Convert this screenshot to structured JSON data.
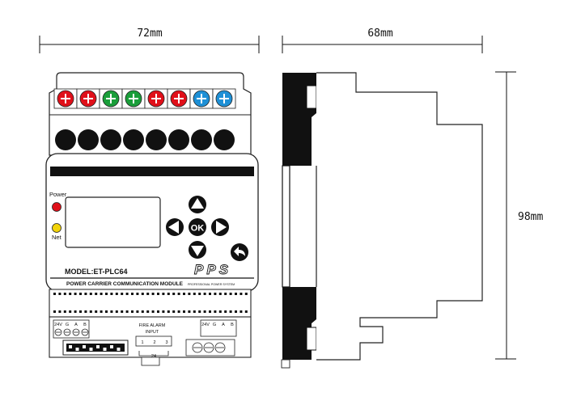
{
  "dimensions": {
    "width_front": "72mm",
    "width_side": "68mm",
    "height": "98mm"
  },
  "front_panel": {
    "power_label": "Power",
    "net_label": "Net",
    "ok_label": "OK",
    "model_label": "MODEL:ET-PLC64",
    "module_label": "POWER CARRIER COMMUNICATION MODULE",
    "brand_logo": "PPS",
    "brand_tagline": "PROFESSIONAL POWER SYSTEM",
    "led_power_color": "#e0101a",
    "led_net_color": "#f2d40a"
  },
  "top_terminals": {
    "colors": [
      "#e0101a",
      "#e0101a",
      "#1a9e3a",
      "#1a9e3a",
      "#e0101a",
      "#e0101a",
      "#1e90d6",
      "#1e90d6"
    ]
  },
  "bottom_terminals": {
    "left_labels": [
      "24V",
      "G",
      "A",
      "B"
    ],
    "fire_alarm_title": "FIRE ALARM",
    "fire_alarm_subtitle": "INPUT",
    "fire_alarm_numbers": [
      "1",
      "2",
      "3"
    ],
    "fire_alarm_bridge": "24",
    "right_labels": [
      "24V",
      "G",
      "A",
      "B"
    ]
  },
  "icons": {
    "up": "arrow-up-icon",
    "down": "arrow-down-icon",
    "left": "arrow-left-icon",
    "right": "arrow-right-icon",
    "back": "back-icon"
  }
}
